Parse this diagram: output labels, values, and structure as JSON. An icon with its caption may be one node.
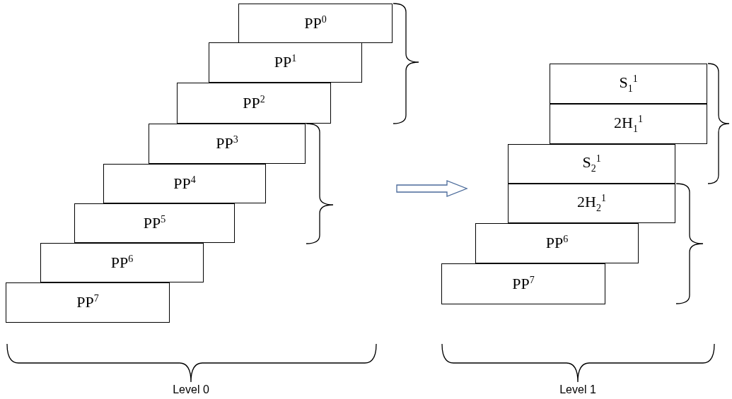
{
  "diagram": {
    "nodes": [
      {
        "text": [
          "PP$^{0}$"
        ]
      },
      {
        "text": [
          "PP$^{1}$"
        ]
      },
      {
        "text": [
          "PP$^{2}$"
        ]
      },
      {
        "text": [
          "PP$^{3}$"
        ]
      },
      {
        "text": [
          "PP$^{4}$"
        ]
      },
      {
        "text": [
          "PP$^{5}$"
        ]
      },
      {
        "text": [
          "PP$^{6}$"
        ]
      },
      {
        "text": [
          "PP$^{7}$"
        ]
      },
      {
        "text": [
          "S$_{1}$$^{1}$"
        ]
      },
      {
        "text": [
          "2H$_{1}$$^{1}$"
        ]
      },
      {
        "text": [
          "S$_{2}$$^{1}$"
        ]
      },
      {
        "text": [
          "2H$_{2}$$^{1}$"
        ]
      },
      {
        "text": [
          "PP$^{6}$"
        ]
      },
      {
        "text": [
          "PP$^{7}$"
        ]
      }
    ],
    "edges": [],
    "labels": [
      "Level 0",
      "Level 1"
    ]
  }
}
